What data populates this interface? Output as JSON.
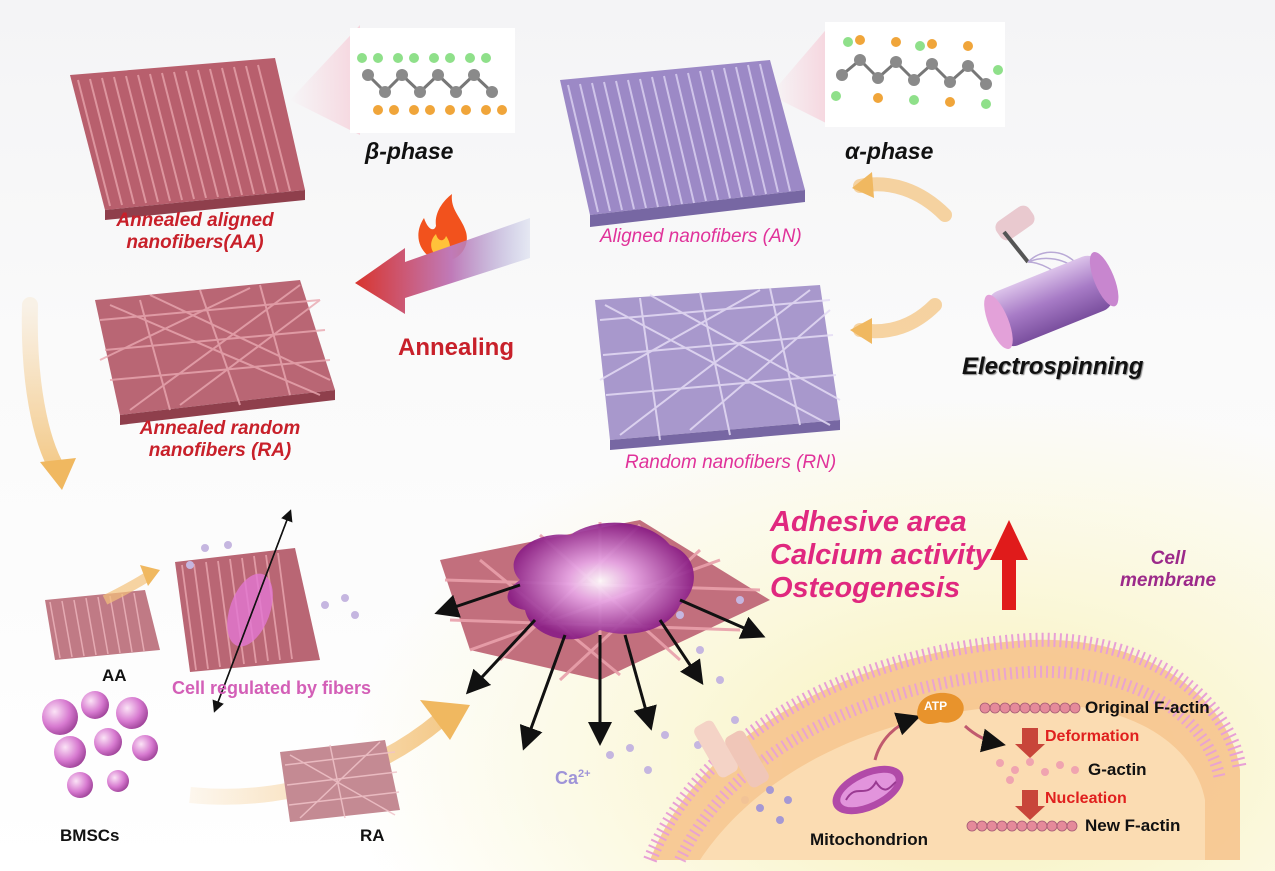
{
  "labels": {
    "beta_phase": "β-phase",
    "alpha_phase": "α-phase",
    "annealed_aligned": [
      "Annealed aligned",
      "nanofibers(AA)"
    ],
    "aligned_nanofibers": "Aligned nanofibers (AN)",
    "annealing": "Annealing",
    "electrospinning": "Electrospinning",
    "annealed_random": [
      "Annealed random",
      "nanofibers (RA)"
    ],
    "random_nanofibers": "Random nanofibers (RN)",
    "effects": [
      "Adhesive area",
      "Calcium activity",
      "Osteogenesis"
    ],
    "cell_membrane": [
      "Cell",
      "membrane"
    ],
    "aa": "AA",
    "cell_regulated": "Cell regulated by fibers",
    "bmscs": "BMSCs",
    "ra": "RA",
    "ca": "Ca",
    "ca_sup": "2+",
    "atp": "ATP",
    "original_factin": "Original F-actin",
    "deformation": "Deformation",
    "g_actin": "G-actin",
    "nucleation": "Nucleation",
    "new_factin": "New F-actin",
    "mitochondrion": "Mitochondrion"
  },
  "colors": {
    "annealed_fiber": "#c9727e",
    "pristine_fiber": "#a897cf",
    "accent_red": "#c8202a",
    "accent_pink": "#e0329a",
    "arrow_orange": "#f3c27a",
    "membrane": "#f2b07a"
  },
  "icons": [
    "flame-icon",
    "electrospinning-roller-icon",
    "up-arrow-icon",
    "mitochondrion-icon",
    "atp-icon"
  ]
}
